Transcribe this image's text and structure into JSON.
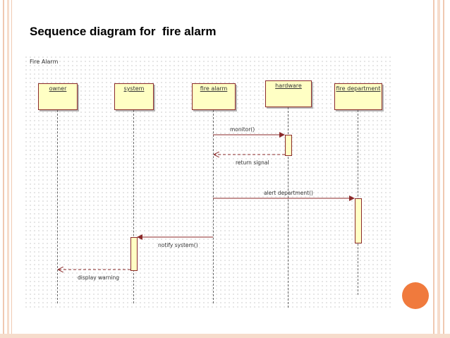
{
  "slide": {
    "title": "Sequence diagram for  fire alarm"
  },
  "diagram": {
    "name": "Fire Alarm",
    "lifelines": [
      {
        "id": "owner",
        "label": "owner"
      },
      {
        "id": "system",
        "label": "system"
      },
      {
        "id": "fire_alarm",
        "label": "fire alarm"
      },
      {
        "id": "hardware",
        "label": "hardware"
      },
      {
        "id": "fire_department",
        "label": "fire department"
      }
    ],
    "messages": [
      {
        "label": "monitor()",
        "from": "fire_alarm",
        "to": "hardware",
        "kind": "call"
      },
      {
        "label": "return signal",
        "from": "hardware",
        "to": "fire_alarm",
        "kind": "return"
      },
      {
        "label": "alert department()",
        "from": "fire_alarm",
        "to": "fire_department",
        "kind": "call"
      },
      {
        "label": "notify system()",
        "from": "fire_alarm",
        "to": "system",
        "kind": "call"
      },
      {
        "label": "display warning",
        "from": "system",
        "to": "owner",
        "kind": "return"
      }
    ]
  },
  "colors": {
    "lifeline_fill": "#ffffc4",
    "lifeline_border": "#8b2a2a",
    "message_line": "#8b2a2a",
    "accent_dot": "#f07a3d",
    "border_decor": "#f0c9b2"
  }
}
